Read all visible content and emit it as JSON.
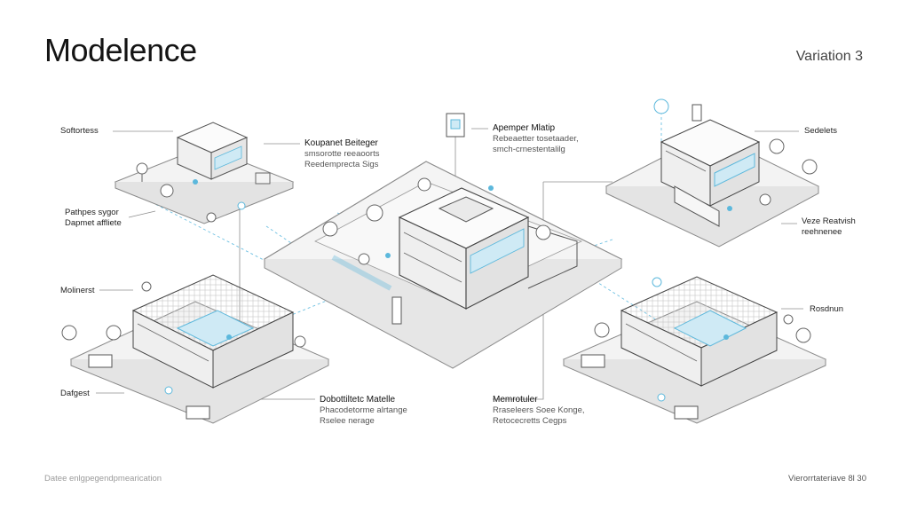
{
  "header": {
    "title": "Modelence",
    "variation": "Variation 3"
  },
  "labels": {
    "top_left": "Softortess",
    "left_upper": [
      "Pathpes sygor",
      "Dapmet affliete"
    ],
    "left_middle": "Molinerst",
    "left_lower": "Dafgest",
    "center_left_top": {
      "head": "Koupanet Beiteger",
      "lines": [
        "smsorotte reeaoorts",
        "Reedemprecta  Sigs"
      ]
    },
    "center_top": {
      "head": "Apemper Mlatip",
      "lines": [
        "Rebeaetter tosetaader,",
        "smch-crnestentalilg"
      ]
    },
    "top_right": "Sedelets",
    "right_upper": [
      "Veze Reatvish",
      "reehnenee"
    ],
    "right_middle": "Rosdnun",
    "bottom_center_left": {
      "head": "Dobottiltetc Matelle",
      "lines": [
        "Phacodetorme alrtange",
        "Rselee nerage"
      ]
    },
    "bottom_center_right": {
      "head": "Memrotuler",
      "lines": [
        "Rraseleers  Soee Konge,",
        "Retocecretts  Cegps"
      ]
    }
  },
  "footer": {
    "left": "Datee enlgpegendpmearication",
    "right": "Vierorrtateriave 8l 30"
  },
  "colors": {
    "line": "#8a8a8a",
    "accent": "#5cb8dc",
    "accent_fill": "#cfeaf5",
    "platform": "#f4f4f4"
  }
}
